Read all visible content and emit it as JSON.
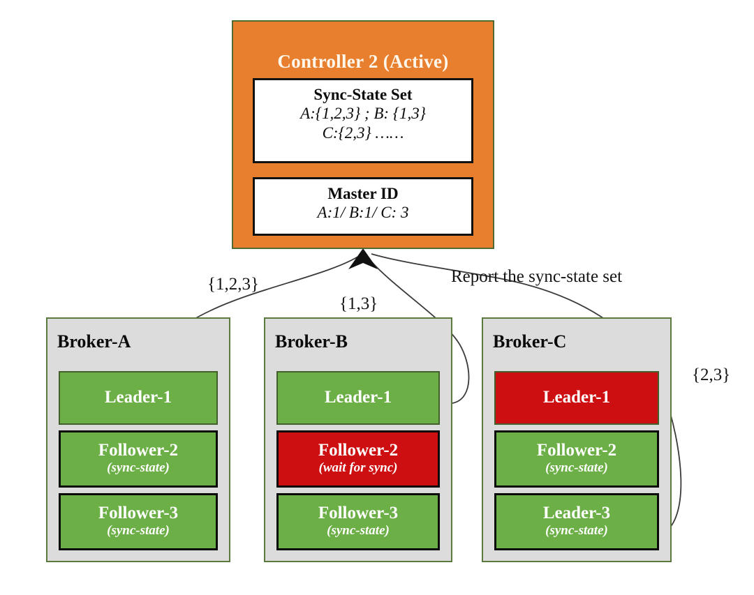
{
  "diagram": {
    "title": "Kafka-style controller and broker sync-state diagram",
    "colors": {
      "controller_fill": "#E87F2E",
      "broker_fill": "#DCDCDC",
      "replica_in_sync": "#6CAF47",
      "replica_out_of_sync": "#CE0F12",
      "border_green": "#5C7A3E",
      "border_black": "#0b0b0b",
      "white": "#FFFFFF"
    }
  },
  "controller": {
    "title": "Controller 2 (Active)",
    "sync_state_set": {
      "heading": "Sync-State Set",
      "line1": "A:{1,2,3} ; B: {1,3}",
      "line2": "C:{2,3} ……"
    },
    "master_id": {
      "heading": "Master ID",
      "line1": "A:1/ B:1/ C: 3"
    }
  },
  "brokers": [
    {
      "id": "broker-a",
      "name": "Broker-A",
      "replicas": [
        {
          "title": "Leader-1",
          "sub": "",
          "state": "green",
          "border": "thin"
        },
        {
          "title": "Follower-2",
          "sub": "(sync-state)",
          "state": "green",
          "border": "thick"
        },
        {
          "title": "Follower-3",
          "sub": "(sync-state)",
          "state": "green",
          "border": "thick"
        }
      ]
    },
    {
      "id": "broker-b",
      "name": "Broker-B",
      "replicas": [
        {
          "title": "Leader-1",
          "sub": "",
          "state": "green",
          "border": "thin"
        },
        {
          "title": "Follower-2",
          "sub": "(wait for sync)",
          "state": "red",
          "border": "thick"
        },
        {
          "title": "Follower-3",
          "sub": "(sync-state)",
          "state": "green",
          "border": "thick"
        }
      ]
    },
    {
      "id": "broker-c",
      "name": "Broker-C",
      "replicas": [
        {
          "title": "Leader-1",
          "sub": "",
          "state": "red",
          "border": "thin"
        },
        {
          "title": "Follower-2",
          "sub": "(sync-state)",
          "state": "green",
          "border": "thick"
        },
        {
          "title": "Leader-3",
          "sub": "(sync-state)",
          "state": "green",
          "border": "thick"
        }
      ]
    }
  ],
  "edges": {
    "broker_a_label": "{1,2,3}",
    "broker_b_label": "{1,3}",
    "broker_c_label": "{2,3}",
    "report_label": "Report the sync-state set"
  }
}
